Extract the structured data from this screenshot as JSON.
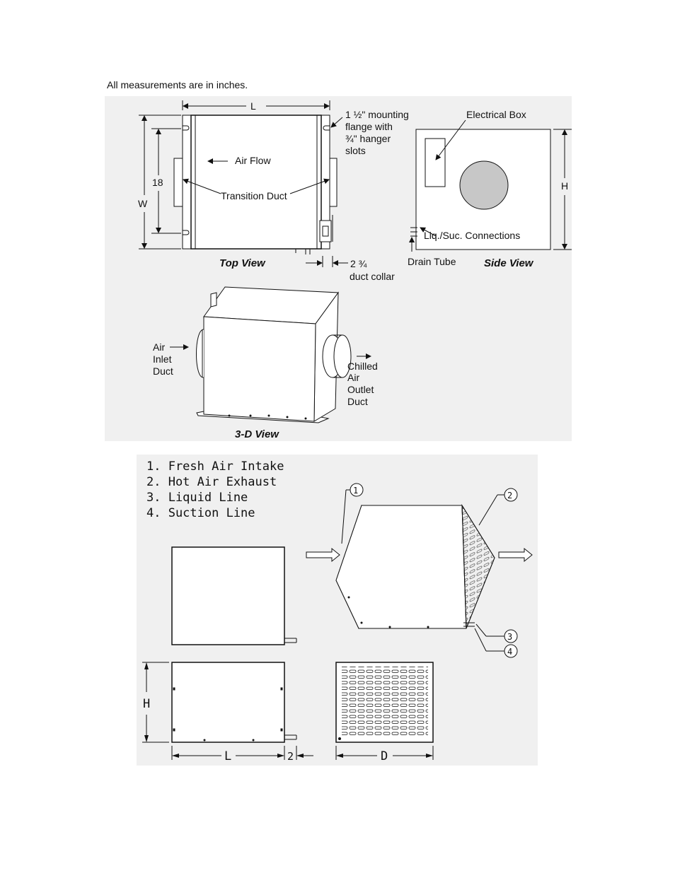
{
  "note": "All measurements are in inches.",
  "top_view": {
    "dim_L": "L",
    "dim_W": "W",
    "dim_18": "18",
    "flange_lines": [
      "1 ½\" mounting",
      "flange with",
      "¾\" hanger",
      "slots"
    ],
    "air_flow": "Air Flow",
    "transition_duct": "Transition Duct",
    "caption": "Top View",
    "collar_value": "2 ¾",
    "collar_label": "duct collar"
  },
  "side_view": {
    "electrical_box": "Electrical Box",
    "dim_H": "H",
    "connections": "Liq./Suc. Connections",
    "drain_tube": "Drain Tube",
    "caption": "Side View"
  },
  "view_3d": {
    "inlet_lines": [
      "Air",
      "Inlet",
      "Duct"
    ],
    "outlet_lines": [
      "Chilled",
      "Air",
      "Outlet",
      "Duct"
    ],
    "caption": "3-D View"
  },
  "cad": {
    "legend": [
      "1. Fresh Air Intake",
      "2. Hot Air Exhaust",
      "3. Liquid Line",
      "4. Suction Line"
    ],
    "callouts": [
      "1",
      "2",
      "3",
      "4"
    ],
    "dim_H": "H",
    "dim_L": "L",
    "dim_2": "2",
    "dim_D": "D"
  }
}
